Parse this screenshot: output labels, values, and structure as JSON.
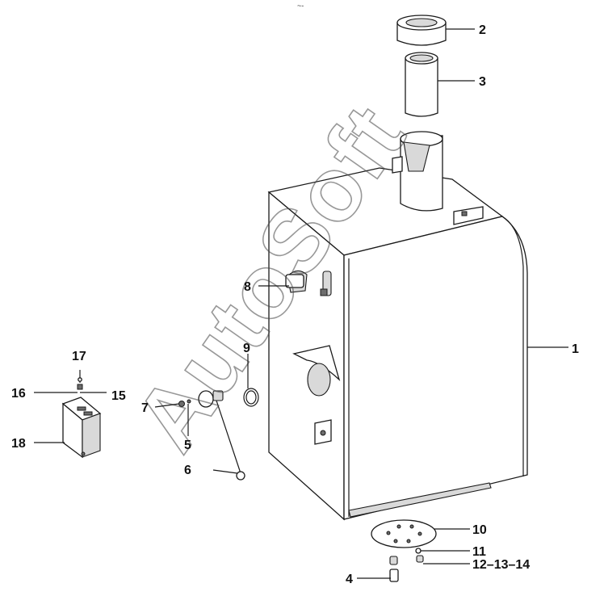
{
  "watermark": "AutoSoft",
  "top_mark": "~-",
  "callouts": [
    {
      "id": "callout-1",
      "label": "1"
    },
    {
      "id": "callout-2",
      "label": "2"
    },
    {
      "id": "callout-3",
      "label": "3"
    },
    {
      "id": "callout-4",
      "label": "4"
    },
    {
      "id": "callout-5",
      "label": "5"
    },
    {
      "id": "callout-6",
      "label": "6"
    },
    {
      "id": "callout-7",
      "label": "7"
    },
    {
      "id": "callout-8",
      "label": "8"
    },
    {
      "id": "callout-9",
      "label": "9"
    },
    {
      "id": "callout-10",
      "label": "10"
    },
    {
      "id": "callout-11",
      "label": "11"
    },
    {
      "id": "callout-12-14",
      "label": "12–13–14"
    },
    {
      "id": "callout-15",
      "label": "15"
    },
    {
      "id": "callout-16",
      "label": "16"
    },
    {
      "id": "callout-17",
      "label": "17"
    },
    {
      "id": "callout-18",
      "label": "18"
    }
  ]
}
